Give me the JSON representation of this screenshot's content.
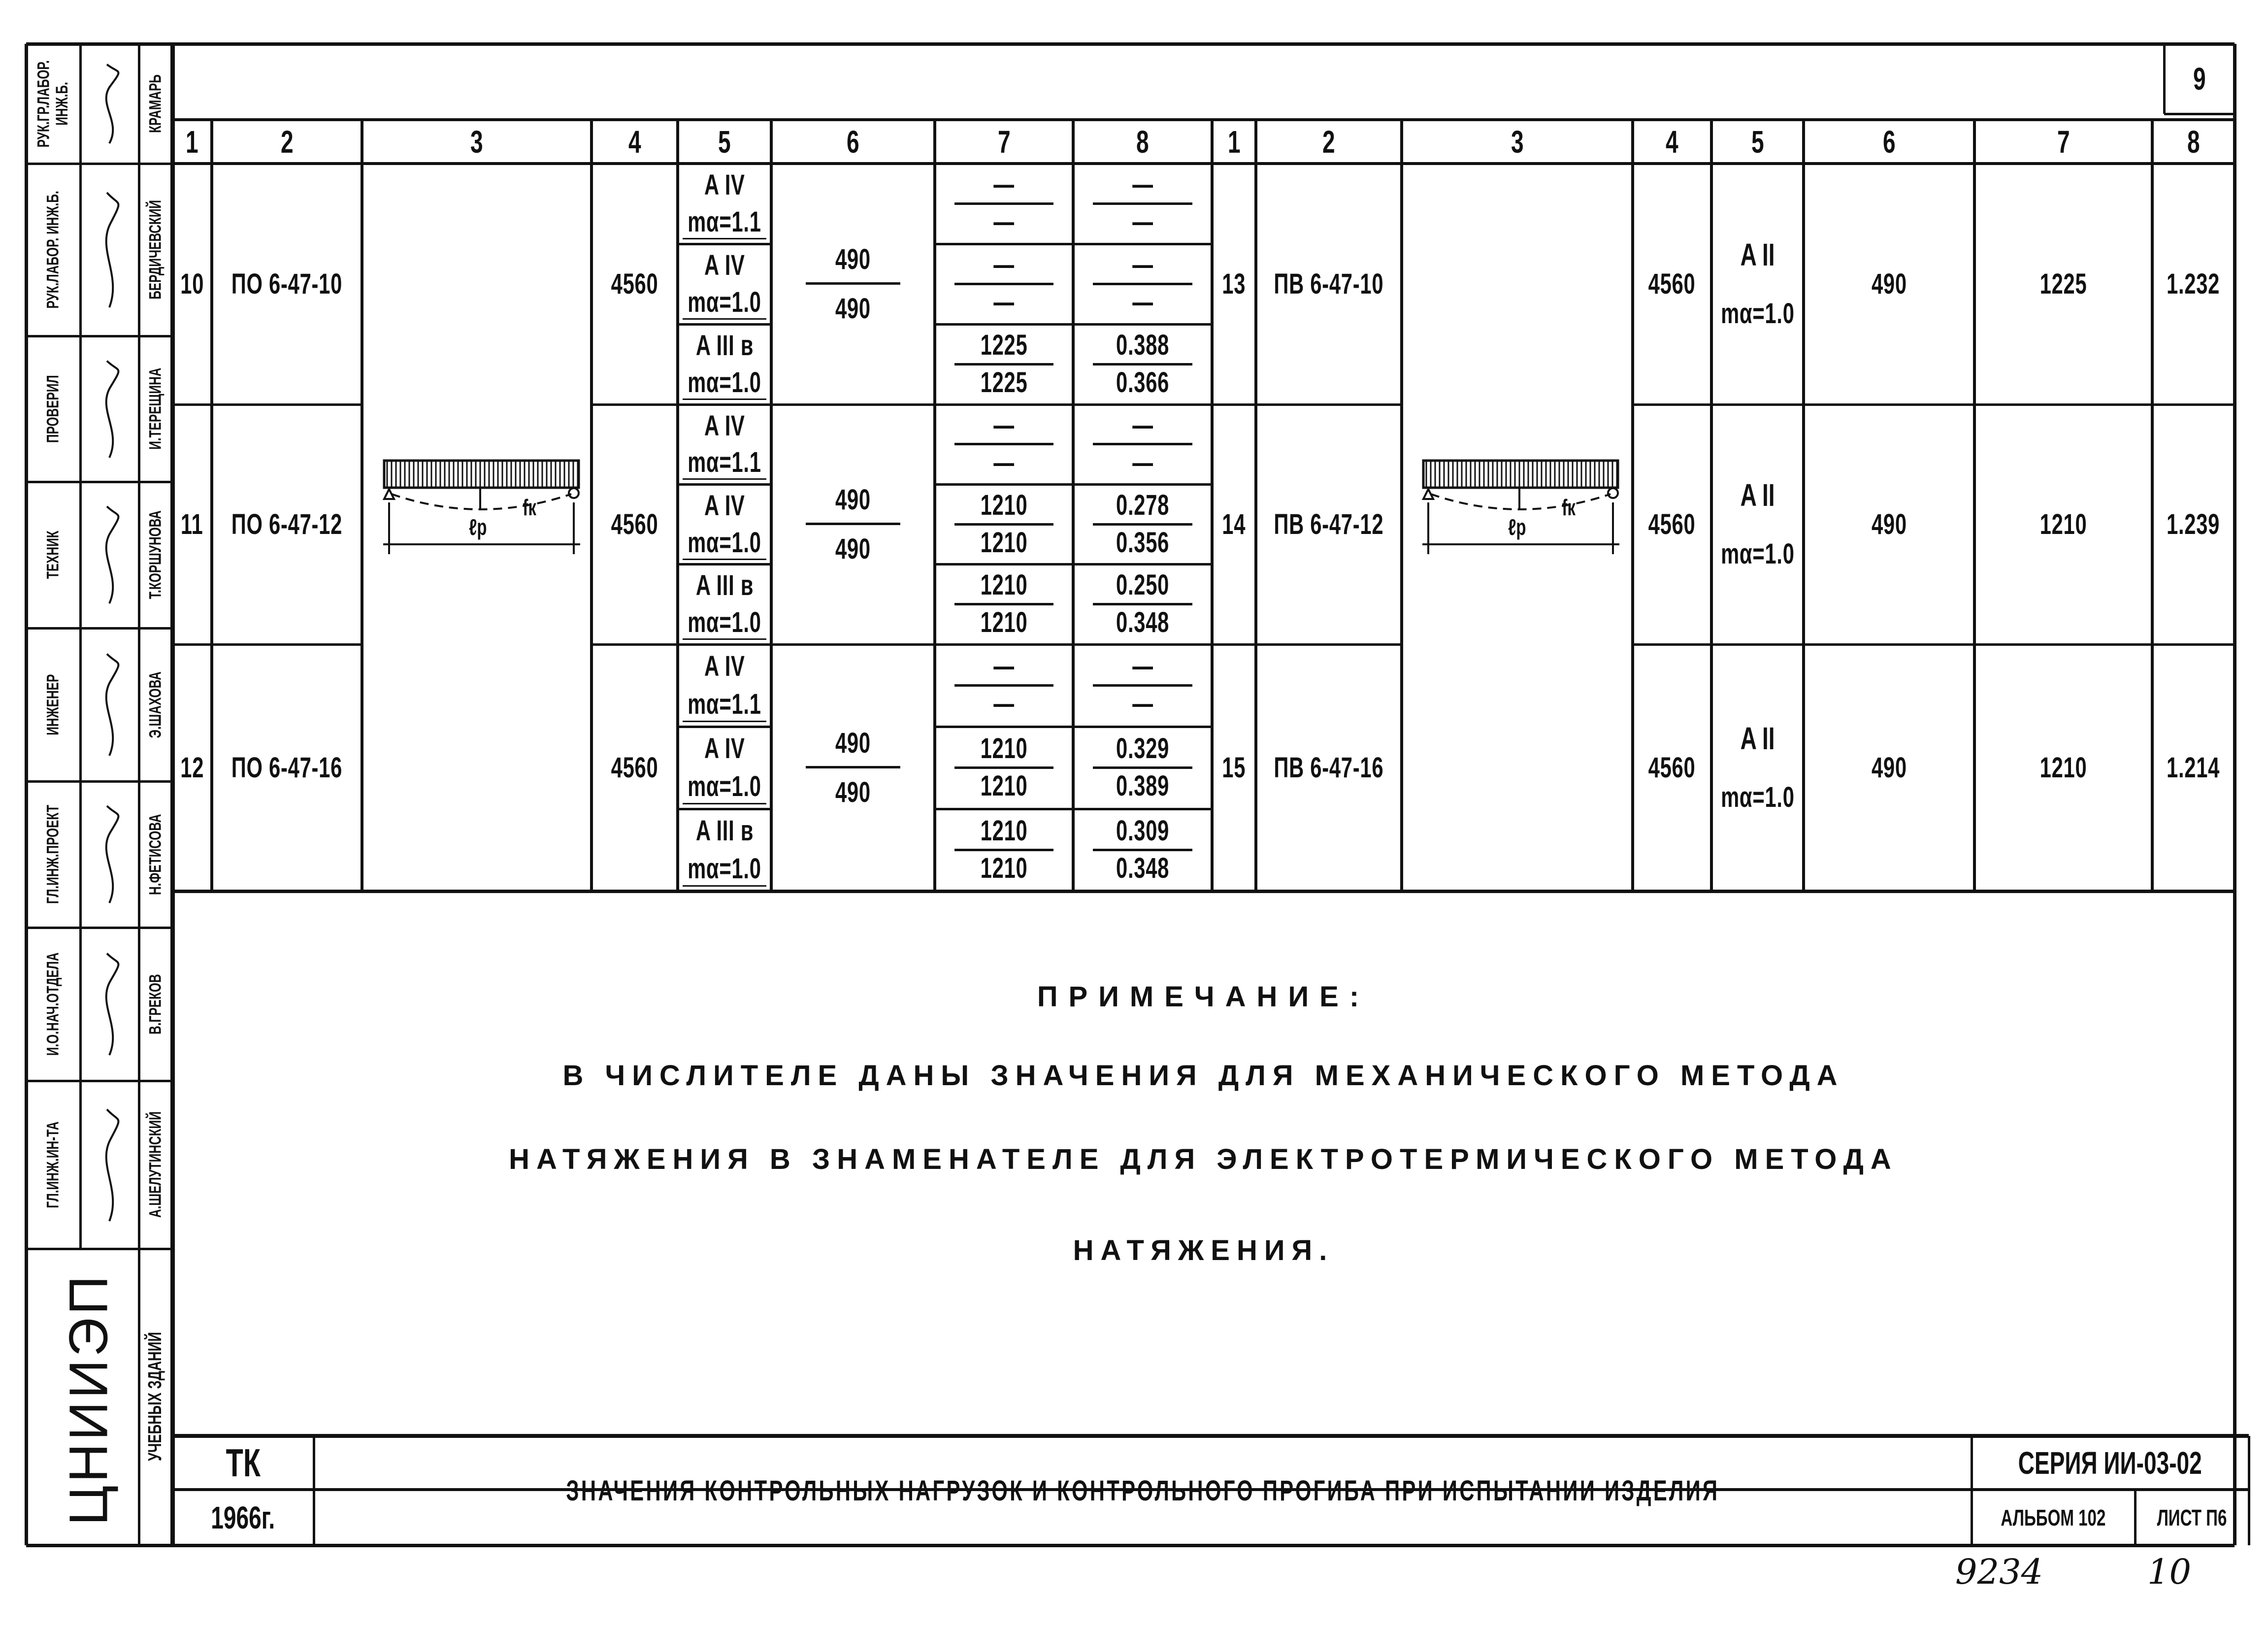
{
  "sheet_number": "9",
  "header_columns": [
    "1",
    "2",
    "3",
    "4",
    "5",
    "6",
    "7",
    "8"
  ],
  "left_rows": [
    {
      "no": "10",
      "mark": "ПО 6-47-10",
      "length": "4560",
      "steel": [
        {
          "cls": "A IV",
          "ma": "mα=1.1"
        },
        {
          "cls": "A IV",
          "ma": "mα=1.0"
        },
        {
          "cls": "A III в",
          "ma": "mα=1.0"
        }
      ],
      "load": {
        "num": "490",
        "den": "490"
      },
      "control": [
        {
          "p": {
            "num": "—",
            "den": "—"
          },
          "f": {
            "num": "—",
            "den": "—"
          }
        },
        {
          "p": {
            "num": "—",
            "den": "—"
          },
          "f": {
            "num": "—",
            "den": "—"
          }
        },
        {
          "p": {
            "num": "1225",
            "den": "1225"
          },
          "f": {
            "num": "0.388",
            "den": "0.366"
          }
        }
      ]
    },
    {
      "no": "11",
      "mark": "ПО 6-47-12",
      "length": "4560",
      "steel": [
        {
          "cls": "A IV",
          "ma": "mα=1.1"
        },
        {
          "cls": "A IV",
          "ma": "mα=1.0"
        },
        {
          "cls": "A III в",
          "ma": "mα=1.0"
        }
      ],
      "load": {
        "num": "490",
        "den": "490"
      },
      "control": [
        {
          "p": {
            "num": "—",
            "den": "—"
          },
          "f": {
            "num": "—",
            "den": "—"
          }
        },
        {
          "p": {
            "num": "1210",
            "den": "1210"
          },
          "f": {
            "num": "0.278",
            "den": "0.356"
          }
        },
        {
          "p": {
            "num": "1210",
            "den": "1210"
          },
          "f": {
            "num": "0.250",
            "den": "0.348"
          }
        }
      ]
    },
    {
      "no": "12",
      "mark": "ПО 6-47-16",
      "length": "4560",
      "steel": [
        {
          "cls": "A IV",
          "ma": "mα=1.1"
        },
        {
          "cls": "A IV",
          "ma": "mα=1.0"
        },
        {
          "cls": "A III в",
          "ma": "mα=1.0"
        }
      ],
      "load": {
        "num": "490",
        "den": "490"
      },
      "control": [
        {
          "p": {
            "num": "—",
            "den": "—"
          },
          "f": {
            "num": "—",
            "den": "—"
          }
        },
        {
          "p": {
            "num": "1210",
            "den": "1210"
          },
          "f": {
            "num": "0.329",
            "den": "0.389"
          }
        },
        {
          "p": {
            "num": "1210",
            "den": "1210"
          },
          "f": {
            "num": "0.309",
            "den": "0.348"
          }
        }
      ]
    }
  ],
  "right_rows": [
    {
      "no": "13",
      "mark": "ПВ 6-47-10",
      "length": "4560",
      "cls": "A II",
      "ma": "mα=1.0",
      "load": "490",
      "p": "1225",
      "f": "1.232"
    },
    {
      "no": "14",
      "mark": "ПВ 6-47-12",
      "length": "4560",
      "cls": "A II",
      "ma": "mα=1.0",
      "load": "490",
      "p": "1210",
      "f": "1.239"
    },
    {
      "no": "15",
      "mark": "ПВ 6-47-16",
      "length": "4560",
      "cls": "A II",
      "ma": "mα=1.0",
      "load": "490",
      "p": "1210",
      "f": "1.214"
    }
  ],
  "diagram_labels": {
    "span": "ℓp",
    "deflection": "fк"
  },
  "note": {
    "title": "ПРИМЕЧАНИЕ:",
    "lines": [
      "В ЧИСЛИТЕЛЕ ДАНЫ ЗНАЧЕНИЯ ДЛЯ МЕХАНИЧЕСКОГО МЕТОДА",
      "НАТЯЖЕНИЯ В ЗНАМЕНАТЕЛЕ ДЛЯ ЭЛЕКТРОТЕРМИЧЕСКОГО МЕТОДА",
      "НАТЯЖЕНИЯ."
    ]
  },
  "title_block": {
    "code": "ТК",
    "year": "1966г.",
    "title": "ЗНАЧЕНИЯ КОНТРОЛЬНЫХ НАГРУЗОК И КОНТРОЛЬНОГО ПРОГИБА ПРИ ИСПЫТАНИИ ИЗДЕЛИЯ",
    "series": "СЕРИЯ ИИ-03-02",
    "album": "АЛЬБОМ 102",
    "sheet": "ЛИСТ П6"
  },
  "stamp": [
    {
      "role": "РУК.ГР.ЛАБОР. ИНЖ.Б.",
      "name": "КРАМАРЬ"
    },
    {
      "role": "РУК.ЛАБОР. ИНЖ.Б.",
      "name": "БЕРДИЧЕВСКИЙ"
    },
    {
      "role": "ПРОВЕРИЛ",
      "name": "И.ТЕРЕЩИНА"
    },
    {
      "role": "ТЕХНИК",
      "name": "Т.КОРШУНОВА"
    },
    {
      "role": "ИНЖЕНЕР",
      "name": "Э.ШАХОВА"
    },
    {
      "role": "ГЛ.ИНЖ.ПРОЕКТ",
      "name": "Н.ФЕТИСОВА"
    },
    {
      "role": "И.О.НАЧ.ОТДЕЛА",
      "name": "В.ГРЕКОВ"
    },
    {
      "role": "ГЛ.ИНЖ.ИН-ТА",
      "name": "А.ШЕЛУТИНСКИЙ"
    }
  ],
  "institute": {
    "logo": "ЦНИИЭП",
    "subtitle": "УЧЕБНЫХ ЗДАНИЙ"
  },
  "handwritten": {
    "inventory": "9234",
    "page": "10"
  }
}
